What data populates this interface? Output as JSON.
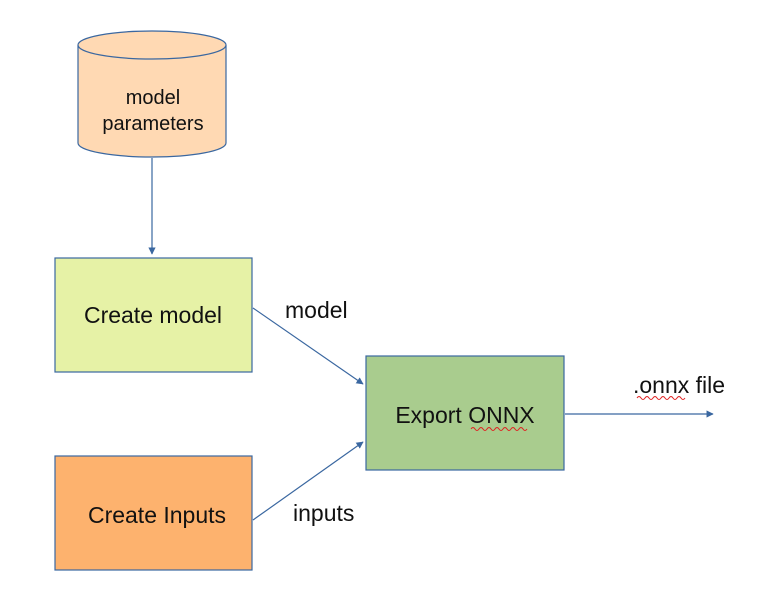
{
  "nodes": {
    "model_parameters": {
      "line1": "model",
      "line2": "parameters",
      "fill": "#FFD9B3",
      "stroke": "#3A67A0"
    },
    "create_model": {
      "label": "Create model",
      "fill": "#E6F2A6",
      "stroke": "#3A67A0"
    },
    "create_inputs": {
      "label": "Create Inputs",
      "fill": "#FDB26E",
      "stroke": "#3A67A0"
    },
    "export_onnx": {
      "label": "Export ONNX",
      "fill": "#A9CC8E",
      "stroke": "#3A67A0"
    }
  },
  "edges": {
    "model_label": "model",
    "inputs_label": "inputs",
    "output_label": ".onnx file",
    "color": "#3A67A0"
  }
}
